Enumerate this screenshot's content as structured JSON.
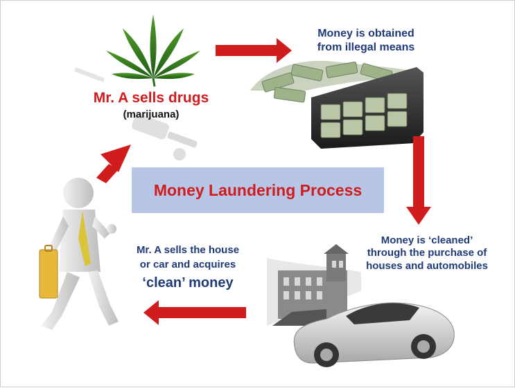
{
  "title": "Money Laundering Process",
  "steps": {
    "drugs": {
      "line1": "Mr. A sells drugs",
      "line2": "(marijuana)"
    },
    "obtained": {
      "line1": "Money is obtained",
      "line2": "from illegal means"
    },
    "cleaned": {
      "line1": "Money is ‘cleaned’",
      "line2": "through the purchase of",
      "line3": "houses and automobiles"
    },
    "sells": {
      "line1": "Mr. A sells the house",
      "line2": "or car and acquires",
      "line3": "‘clean’ money"
    }
  },
  "colors": {
    "accent_red": "#d01c1c",
    "navy_text": "#1f3a78",
    "box_fill": "#b7c6e7",
    "black_text": "#111111"
  },
  "icons": [
    "cannabis-leaf-icon",
    "money-briefcase-icon",
    "mansion-icon",
    "sports-car-icon",
    "walking-man-icon",
    "briefcase-icon"
  ]
}
